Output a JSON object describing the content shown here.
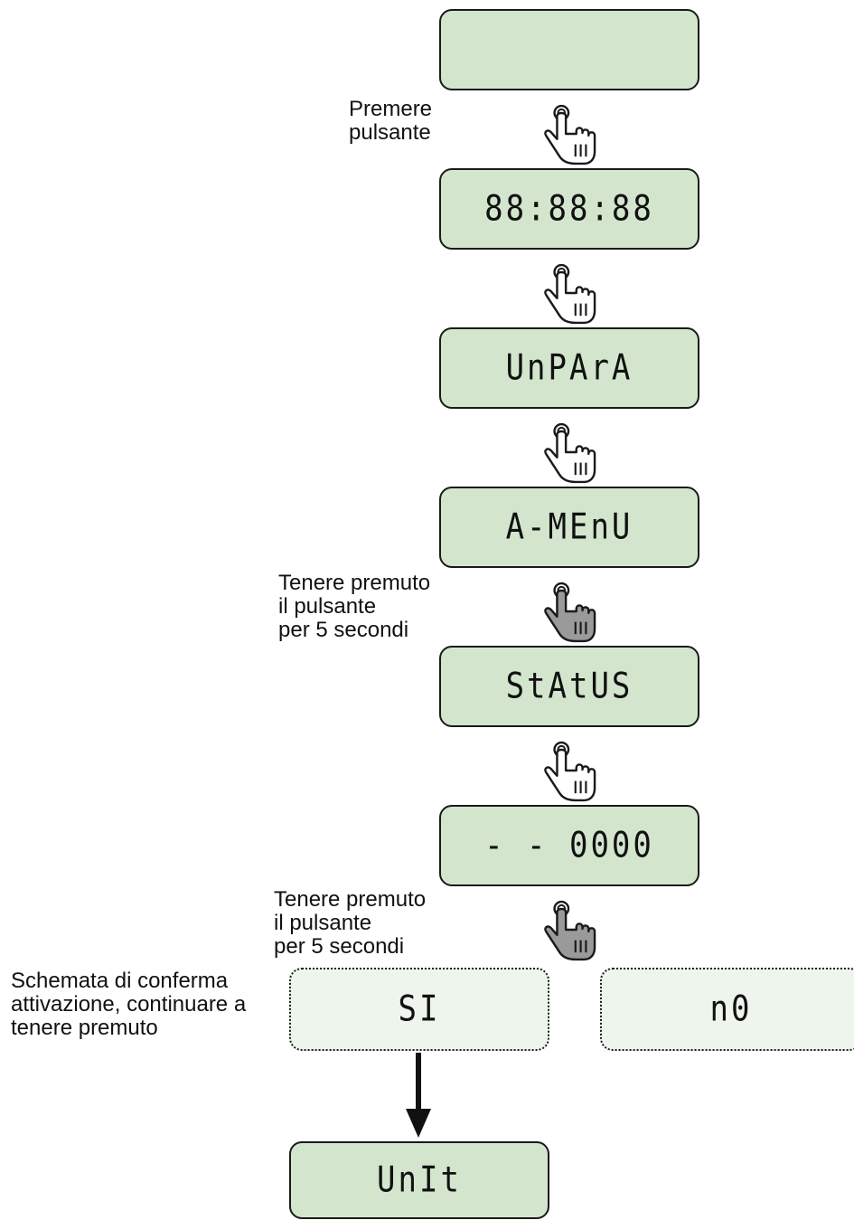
{
  "screens": {
    "blank": "",
    "time": "88:88:88",
    "unpara": "UnPArA",
    "amenu": "A-MEnU",
    "status": "StAtUS",
    "code": "- - 0000",
    "si": "SI",
    "no": "n0",
    "unit": "UnIt"
  },
  "notes": {
    "press": "Premere\npulsante",
    "hold_1": "Tenere premuto\nil pulsante\nper 5 secondi",
    "hold_2": "Tenere premuto\nil pulsante\nper 5 secondi",
    "confirm": "Schemata di conferma\nattivazione, continuare a\ntenere premuto"
  },
  "colors": {
    "screen_fill": "#d3e6cd",
    "confirm_fill": "#eef5ec",
    "hand_press": "#ffffff",
    "hand_hold": "#9a9a9a"
  },
  "icons": {
    "tap": "pointing-hand-icon",
    "hold": "pointing-hand-filled-icon"
  }
}
